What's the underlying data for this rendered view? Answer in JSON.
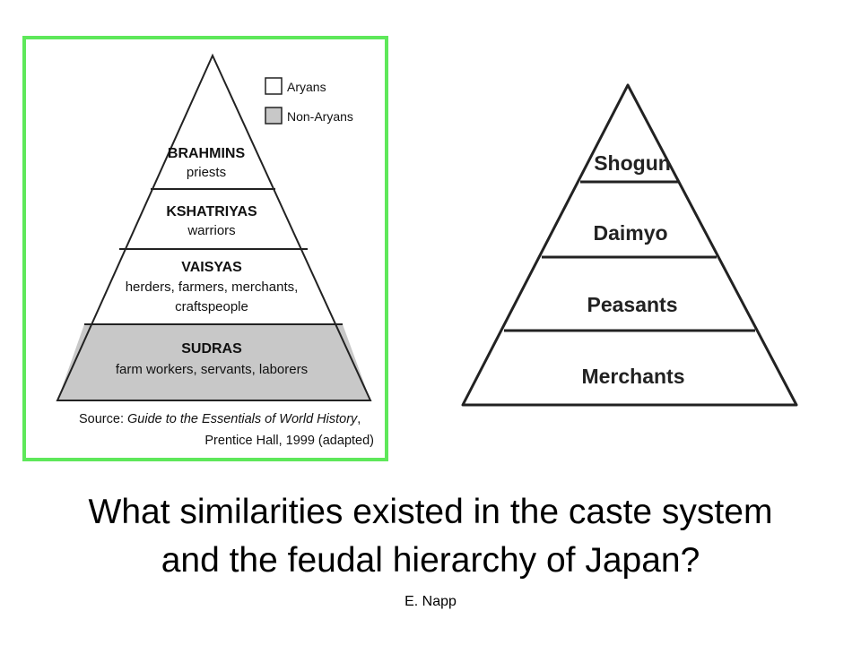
{
  "caste_pyramid": {
    "legend": [
      {
        "label": "Aryans",
        "fill": "#ffffff"
      },
      {
        "label": "Non-Aryans",
        "fill": "#c8c8c8"
      }
    ],
    "levels": [
      {
        "name": "BRAHMINS",
        "role": [
          "priests"
        ]
      },
      {
        "name": "KSHATRIYAS",
        "role": [
          "warriors"
        ]
      },
      {
        "name": "VAISYAS",
        "role": [
          "herders, farmers, merchants,",
          "craftspeople"
        ]
      },
      {
        "name": "SUDRAS",
        "role": [
          "farm workers, servants, laborers"
        ]
      }
    ],
    "source": {
      "prefix": "Source: ",
      "title": "Guide to the Essentials of World History",
      "suffix": ",",
      "line2": "Prentice Hall, 1999 (adapted)"
    },
    "frame_color": "#5ee85a"
  },
  "feudal_pyramid": {
    "levels": [
      "Shogun",
      "Daimyo",
      "Peasants",
      "Merchants"
    ]
  },
  "question": {
    "line1": "What similarities existed in the caste system",
    "line2": "and the feudal hierarchy of Japan?"
  },
  "author": "E. Napp"
}
